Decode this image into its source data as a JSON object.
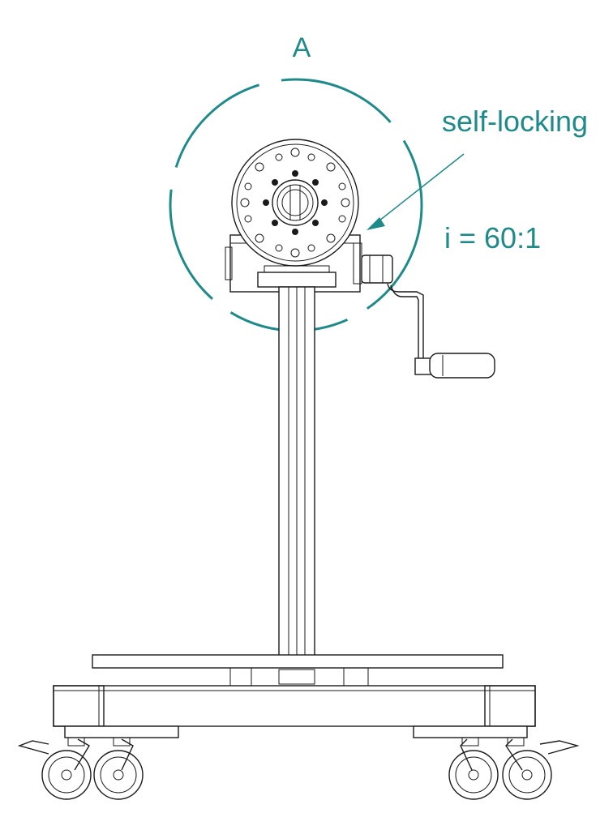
{
  "detail_label": "A",
  "callout_text": "self-locking",
  "ratio_text": "i = 60:1",
  "colors": {
    "accent": "#1f8a8a",
    "line": "#1a1a1a",
    "background": "#ffffff"
  }
}
